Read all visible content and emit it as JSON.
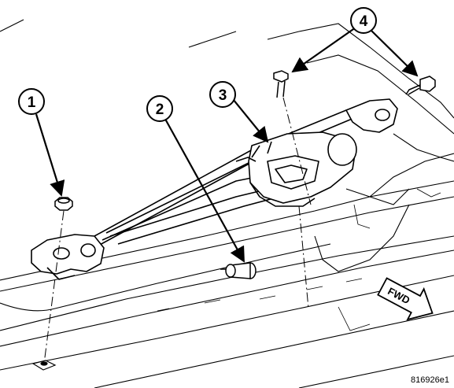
{
  "callouts": {
    "c1": "1",
    "c2": "2",
    "c3": "3",
    "c4": "4"
  },
  "direction_label": "FWD",
  "figure_id": "816926e1",
  "colors": {
    "ink": "#000000",
    "background": "#ffffff"
  }
}
